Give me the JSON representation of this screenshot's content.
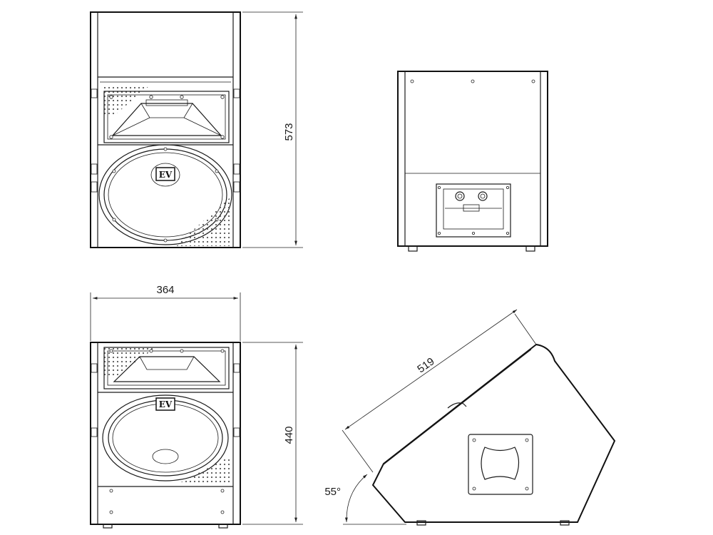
{
  "dimensions": {
    "height_front": "573",
    "width_bottom": "364",
    "height_bottom": "440",
    "depth_side": "519",
    "angle_side": "55°"
  },
  "logo": {
    "text": "EV"
  }
}
